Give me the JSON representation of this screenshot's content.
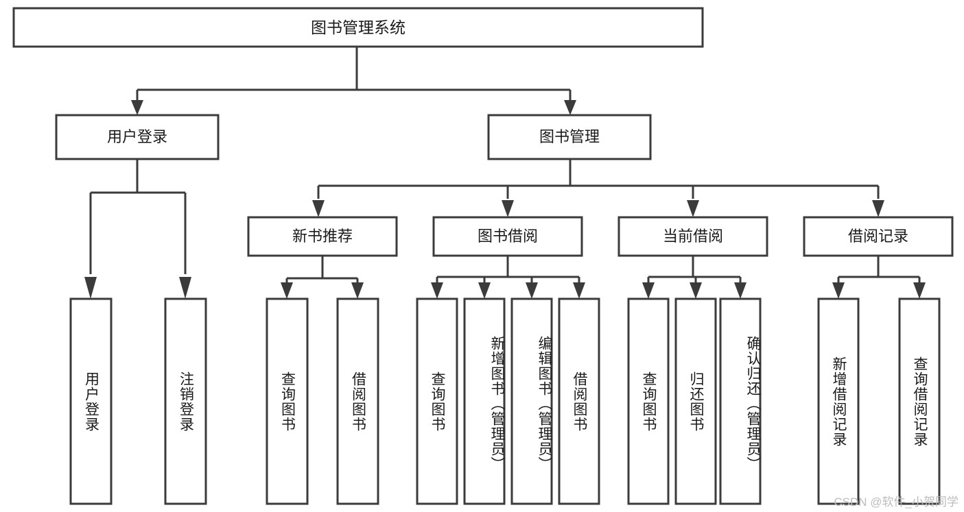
{
  "diagram": {
    "type": "tree",
    "title": "图书管理系统",
    "watermark": "CSDN @软件_小贺同学",
    "levels": {
      "root": {
        "label": "图书管理系统"
      },
      "level2": [
        {
          "id": "user-login",
          "label": "用户登录"
        },
        {
          "id": "book-manage",
          "label": "图书管理"
        }
      ],
      "level3": [
        {
          "id": "new-book-rec",
          "label": "新书推荐",
          "parent": "book-manage"
        },
        {
          "id": "book-borrow",
          "label": "图书借阅",
          "parent": "book-manage"
        },
        {
          "id": "current-borrow",
          "label": "当前借阅",
          "parent": "book-manage"
        },
        {
          "id": "borrow-record",
          "label": "借阅记录",
          "parent": "book-manage"
        }
      ],
      "leaves": [
        {
          "id": "leaf-user-login",
          "label": "用户登录",
          "parent": "user-login"
        },
        {
          "id": "leaf-logout",
          "label": "注销登录",
          "parent": "user-login"
        },
        {
          "id": "leaf-query-book-1",
          "label": "查询图书",
          "parent": "new-book-rec"
        },
        {
          "id": "leaf-borrow-book-1",
          "label": "借阅图书",
          "parent": "new-book-rec"
        },
        {
          "id": "leaf-query-book-2",
          "label": "查询图书",
          "parent": "book-borrow"
        },
        {
          "id": "leaf-add-book",
          "label": "新增图书（管理员）",
          "parent": "book-borrow"
        },
        {
          "id": "leaf-edit-book",
          "label": "编辑图书（管理员）",
          "parent": "book-borrow"
        },
        {
          "id": "leaf-borrow-book-2",
          "label": "借阅图书",
          "parent": "book-borrow"
        },
        {
          "id": "leaf-query-book-3",
          "label": "查询图书",
          "parent": "current-borrow"
        },
        {
          "id": "leaf-return-book",
          "label": "归还图书",
          "parent": "current-borrow"
        },
        {
          "id": "leaf-confirm-return",
          "label": "确认归还（管理员）",
          "parent": "current-borrow"
        },
        {
          "id": "leaf-add-record",
          "label": "新增借阅记录",
          "parent": "borrow-record"
        },
        {
          "id": "leaf-query-record",
          "label": "查询借阅记录",
          "parent": "borrow-record"
        }
      ]
    },
    "colors": {
      "stroke": "#3b3b3b",
      "fill": "#ffffff",
      "text": "#1a1a1a",
      "watermark": "#bcbcbc"
    }
  }
}
